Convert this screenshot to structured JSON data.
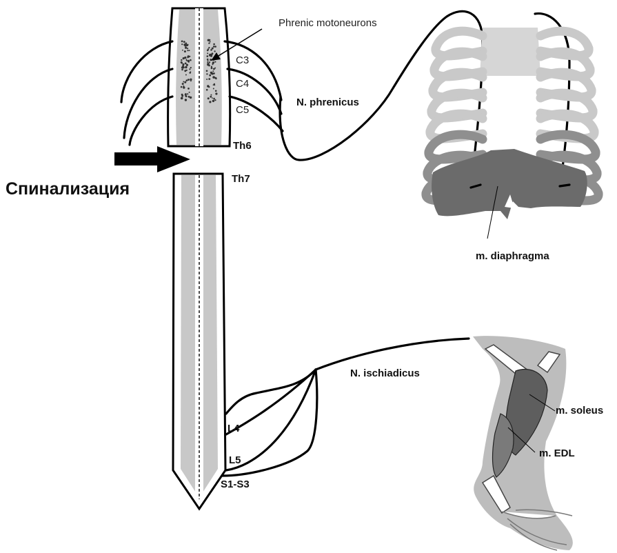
{
  "labels": {
    "phrenic_motoneurons": "Phrenic motoneurons",
    "c3": "C3",
    "c4": "C4",
    "c5": "C5",
    "th6": "Th6",
    "th7": "Th7",
    "spinalization": "Спинализация",
    "n_phrenicus": "N. phrenicus",
    "m_diaphragma": "m. diaphragma",
    "n_ischiadicus": "N. ischiadicus",
    "l4": "L4",
    "l5": "L5",
    "s1_s3": "S1-S3",
    "m_soleus": "m. soleus",
    "m_edl": "m. EDL"
  },
  "colors": {
    "cord_fill": "#c8c8c8",
    "cord_outline": "#000000",
    "motoneuron_dots": "#333333",
    "rib_light": "#c9c9c9",
    "rib_dark": "#8f8f8f",
    "diaphragm": "#6b6b6b",
    "leg_fill": "#bdbdbd",
    "muscle_fill": "#5e5e5e",
    "nerve": "#000000"
  }
}
